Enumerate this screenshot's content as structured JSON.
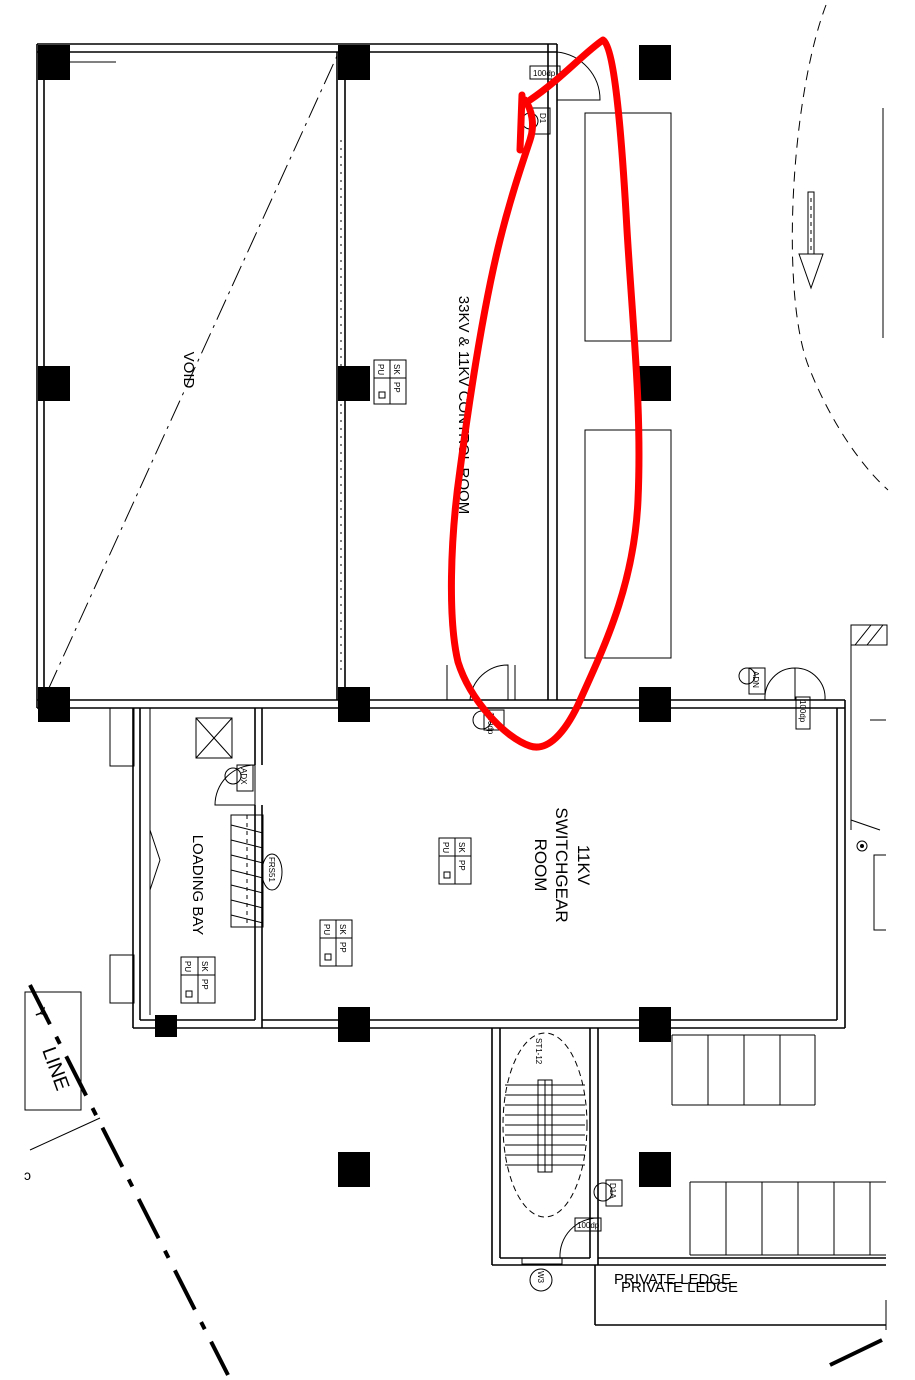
{
  "rooms": {
    "void": "VOID",
    "control_room": "33KV & 11KV CONTROL ROOM",
    "switchgear_line1": "11KV",
    "switchgear_line2": "SWITCHGEAR",
    "switchgear_line3": "ROOM",
    "loading_bay": "LOADING BAY",
    "private_ledge_1": "PRIVATE LEDGE",
    "private_ledge_2": "PRIVATE LEDGE"
  },
  "tags": {
    "door_100dp": "100dp",
    "door_100dp_b": "100dp",
    "door_100dp_c": "100dp",
    "door_100dp_d": "100dp",
    "d1": "D1",
    "adn": "ADN",
    "adx": "ADX",
    "frs51": "FRS51",
    "d1a": "D1A",
    "st": "ST1-12",
    "w3": "W3",
    "boundary_line": "LINE",
    "boundary_prefix": "Y"
  },
  "fixture_codes": {
    "pu": "PU",
    "sk": "SK",
    "pp": "PP"
  },
  "colors": {
    "linework": "#000000",
    "markup": "#ff0000",
    "background": "#ffffff"
  },
  "icons": [
    "door-swing-icon",
    "column-icon",
    "north-arrow-icon",
    "power-outlet-icon"
  ]
}
